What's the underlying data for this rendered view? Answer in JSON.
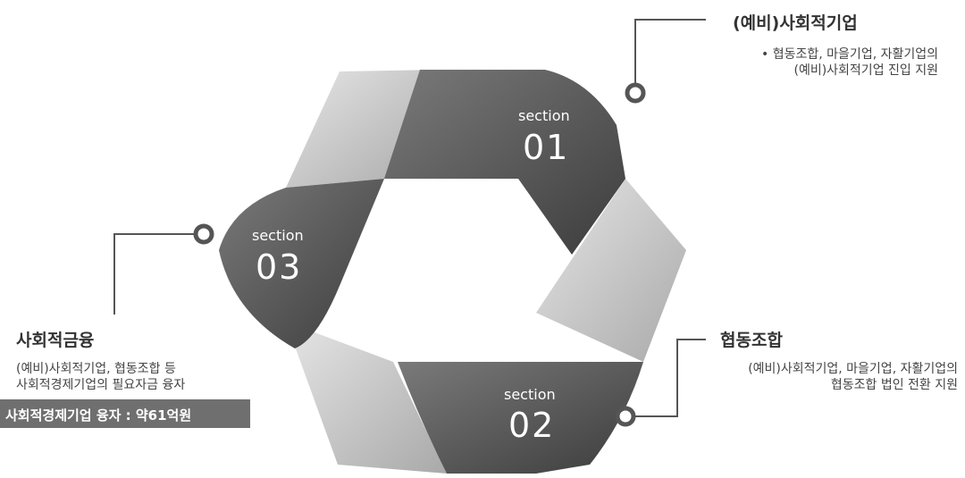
{
  "sections": [
    {
      "word": "section",
      "number": "01"
    },
    {
      "word": "section",
      "number": "02"
    },
    {
      "word": "section",
      "number": "03"
    }
  ],
  "callouts": {
    "top_right": {
      "title": "(예비)사회적기업",
      "lines": [
        "• 협동조합, 마을기업, 자활기업의",
        "(예비)사회적기업 진입 지원"
      ]
    },
    "bottom_right": {
      "title": "협동조합",
      "lines": [
        "(예비)사회적기업, 마을기업, 자활기업의",
        "협동조합 법인 전환 지원"
      ]
    },
    "left": {
      "title": "사회적금융",
      "lines": [
        "(예비)사회적기업, 협동조합 등",
        "사회적경제기업의 필요자금 융자"
      ],
      "badge": "사회적경제기업 융자 : 약61억원"
    }
  },
  "colors": {
    "dark_band": "#5e5e5e",
    "light_band": "#c4c4c4",
    "line": "#555555"
  }
}
